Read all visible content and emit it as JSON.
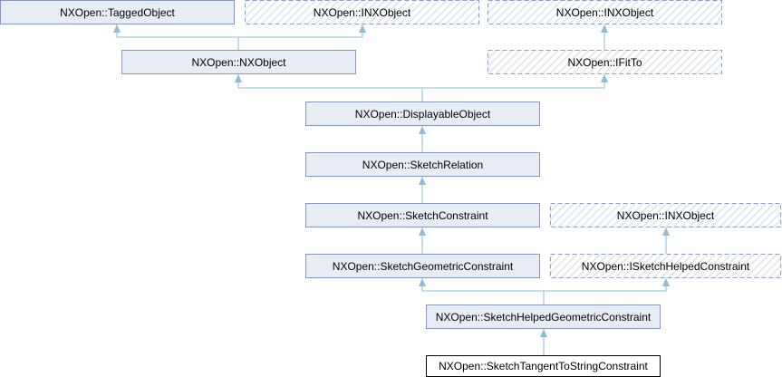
{
  "diagram": {
    "nodes": {
      "tagged_object": "NXOpen::TaggedObject",
      "inxobject_top_left": "NXOpen::INXObject",
      "inxobject_top_right": "NXOpen::INXObject",
      "nxobject": "NXOpen::NXObject",
      "ifitto": "NXOpen::IFitTo",
      "displayable_object": "NXOpen::DisplayableObject",
      "sketch_relation": "NXOpen::SketchRelation",
      "sketch_constraint": "NXOpen::SketchConstraint",
      "inxobject_mid": "NXOpen::INXObject",
      "sketch_geometric_constraint": "NXOpen::SketchGeometricConstraint",
      "isketch_helped_constraint": "NXOpen::ISketchHelpedConstraint",
      "sketch_helped_geometric_constraint": "NXOpen::SketchHelpedGeometricConstraint",
      "sketch_tangent_to_string_constraint": "NXOpen::SketchTangentToStringConstraint"
    },
    "colors": {
      "edge": "#8bbdd9",
      "class_fill": "#e8edf5",
      "class_border": "#8497c1",
      "interface_border": "#8aa0c8",
      "current_border": "#000000"
    }
  }
}
